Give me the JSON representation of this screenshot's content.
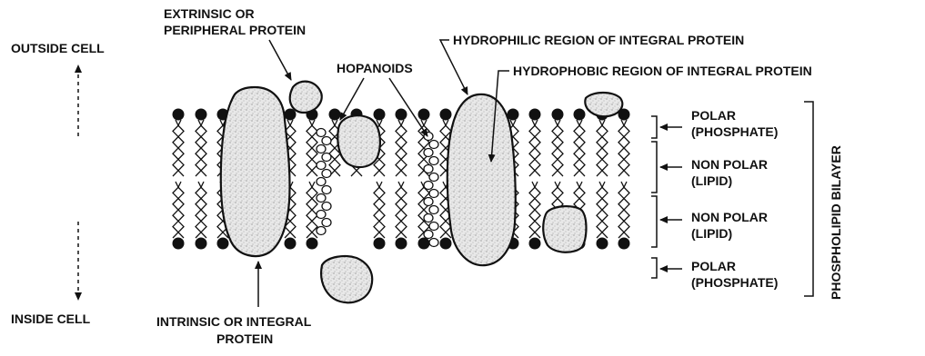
{
  "labels": {
    "outside_cell": "OUTSIDE CELL",
    "inside_cell": "INSIDE CELL",
    "extrinsic_line1": "EXTRINSIC OR",
    "extrinsic_line2": "PERIPHERAL PROTEIN",
    "hopanoids": "HOPANOIDS",
    "hydrophilic": "HYDROPHILIC REGION OF INTEGRAL PROTEIN",
    "hydrophobic": "HYDROPHOBIC REGION OF INTEGRAL PROTEIN",
    "intrinsic_line1": "INTRINSIC OR INTEGRAL",
    "intrinsic_line2": "PROTEIN",
    "polar_top_line1": "POLAR",
    "polar_top_line2": "(PHOSPHATE)",
    "nonpolar_top_line1": "NON POLAR",
    "nonpolar_top_line2": "(LIPID)",
    "nonpolar_bottom_line1": "NON POLAR",
    "nonpolar_bottom_line2": "(LIPID)",
    "polar_bottom_line1": "POLAR",
    "polar_bottom_line2": "(PHOSPHATE)",
    "phospholipid_bilayer": "PHOSPHOLIPID BILAYER"
  },
  "colors": {
    "ink": "#111111",
    "protein_fill": "#e6e6e6",
    "background": "#ffffff"
  }
}
